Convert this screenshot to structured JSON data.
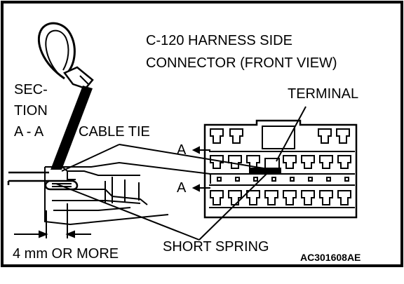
{
  "labels": {
    "title_line1": "C-120 HARNESS SIDE",
    "title_line2": "CONNECTOR (FRONT VIEW)",
    "terminal": "TERMINAL",
    "section_line1": "SEC-",
    "section_line2": "TION",
    "section_line3": "A - A",
    "cable_tie": "CABLE TIE",
    "section_marker_upper": "A",
    "section_marker_lower": "A",
    "short_spring": "SHORT SPRING",
    "dimension": "4 mm OR MORE",
    "figure_code": "AC301608AE"
  }
}
